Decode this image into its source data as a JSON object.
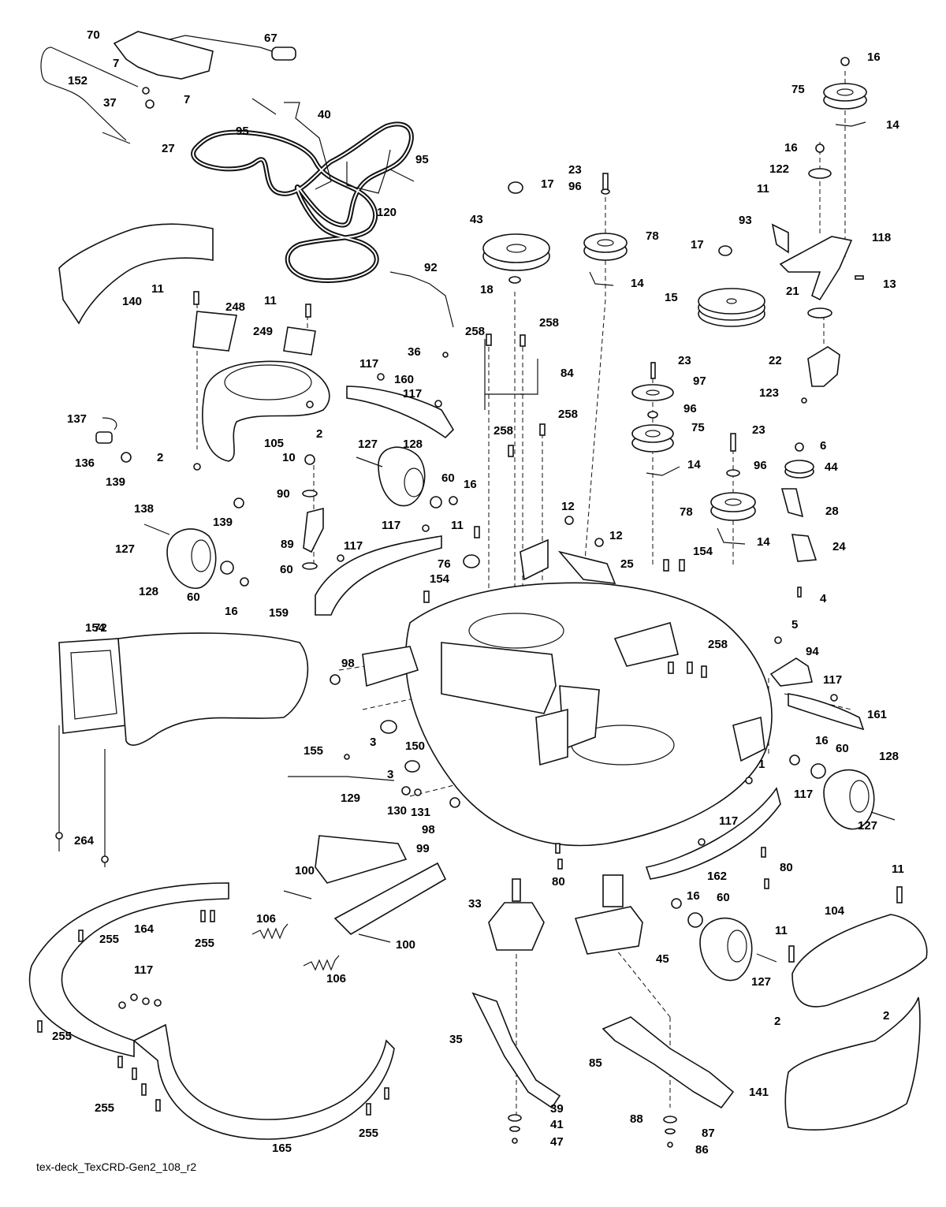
{
  "caption": "tex-deck_TexCRD-Gen2_108_r2",
  "callouts": [
    "70",
    "67",
    "7",
    "152",
    "7",
    "37",
    "95",
    "40",
    "27",
    "95",
    "120",
    "140",
    "11",
    "248",
    "11",
    "249",
    "92",
    "43",
    "17",
    "18",
    "23",
    "96",
    "78",
    "14",
    "16",
    "75",
    "14",
    "16",
    "122",
    "11",
    "93",
    "118",
    "17",
    "15",
    "21",
    "13",
    "22",
    "123",
    "258",
    "258",
    "36",
    "84",
    "117",
    "160",
    "117",
    "105",
    "2",
    "137",
    "136",
    "139",
    "138",
    "139",
    "2",
    "10",
    "90",
    "89",
    "60",
    "127",
    "128",
    "60",
    "16",
    "258",
    "258",
    "23",
    "97",
    "96",
    "75",
    "14",
    "23",
    "96",
    "78",
    "14",
    "6",
    "44",
    "28",
    "24",
    "4",
    "127",
    "128",
    "60",
    "16",
    "117",
    "11",
    "12",
    "12",
    "25",
    "117",
    "76",
    "159",
    "154",
    "154",
    "154",
    "72",
    "98",
    "3",
    "150",
    "155",
    "3",
    "129",
    "130",
    "131",
    "98",
    "258",
    "5",
    "94",
    "117",
    "161",
    "16",
    "60",
    "128",
    "1",
    "117",
    "127",
    "117",
    "162",
    "80",
    "80",
    "100",
    "99",
    "106",
    "100",
    "106",
    "164",
    "255",
    "255",
    "117",
    "255",
    "255",
    "165",
    "255",
    "264",
    "33",
    "35",
    "39",
    "41",
    "47",
    "45",
    "16",
    "60",
    "127",
    "11",
    "104",
    "11",
    "2",
    "2",
    "85",
    "88",
    "87",
    "86",
    "141"
  ]
}
